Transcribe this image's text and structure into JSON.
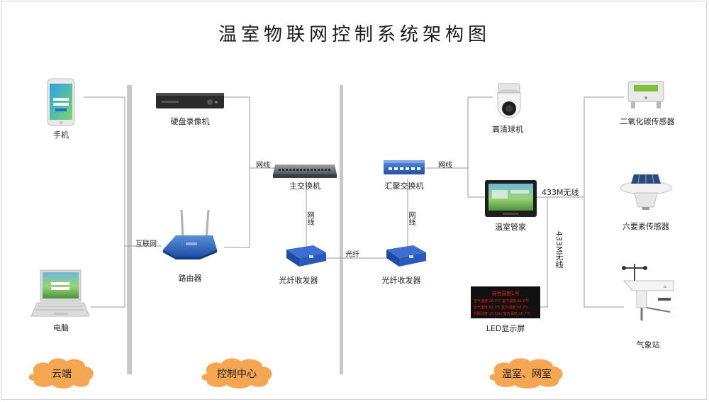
{
  "title": "温室物联网控制系统架构图",
  "devices": {
    "phone": "手机",
    "laptop": "电脑",
    "dvr": "硬盘录像机",
    "router": "路由器",
    "main_switch": "主交换机",
    "fiber_left": "光纤收发器",
    "agg_switch": "汇聚交换机",
    "fiber_right": "光纤收发器",
    "hd_camera": "高清球机",
    "controller": "温室管家",
    "led_screen": "LED显示屏",
    "co2_sensor": "二氧化碳传感器",
    "six_sensor": "六要素传感器",
    "weather_station": "气象站"
  },
  "links": {
    "internet": "互联网",
    "network_cable_1": "网线",
    "network_cable_2": "网线",
    "network_cable_3": "网线",
    "network_cable_4": "网线",
    "fiber": "光纤",
    "wireless_h": "433M无线",
    "wireless_v": "433M无线"
  },
  "zones": {
    "cloud": "云端",
    "control_center": "控制中心",
    "greenhouse": "温室、网室"
  },
  "led_display": {
    "line1": "温室温度1号",
    "line2": "空气温度:26.3℃ 室内温度:21.6℃",
    "line3": "空气湿度:62.3% 室内湿度:58.2%",
    "line4": "光照强度:15.5klx 室内温度:18.7℃"
  },
  "colors": {
    "divider": "#c8c8c8",
    "connector": "#9a9a9a",
    "cloud_fill": "#f5a652",
    "led_text": "#e8201c"
  }
}
